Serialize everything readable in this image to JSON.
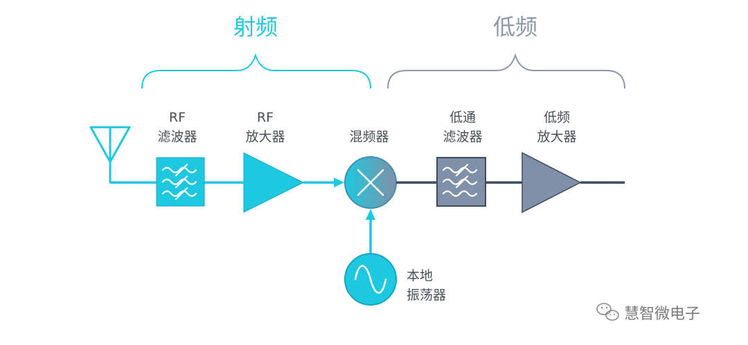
{
  "sections": {
    "rf_title": "射频",
    "lf_title": "低频"
  },
  "blocks": {
    "rf_filter": {
      "line1": "RF",
      "line2": "滤波器"
    },
    "rf_amp": {
      "line1": "RF",
      "line2": "放大器"
    },
    "mixer": {
      "line1": "混频器"
    },
    "lp_filter": {
      "line1": "低通",
      "line2": "滤波器"
    },
    "lf_amp": {
      "line1": "低频",
      "line2": "放大器"
    },
    "local_osc": {
      "line1": "本地",
      "line2": "振荡器"
    }
  },
  "watermark": "慧智微电子",
  "colors": {
    "rf_accent": "#1ec8e0",
    "rf_fill": "#1ec8e0",
    "lf_fill": "#7f90a8",
    "lf_line": "#3f4a5e",
    "lf_bracket": "#8a98aa",
    "label_text": "#4a4f55"
  }
}
